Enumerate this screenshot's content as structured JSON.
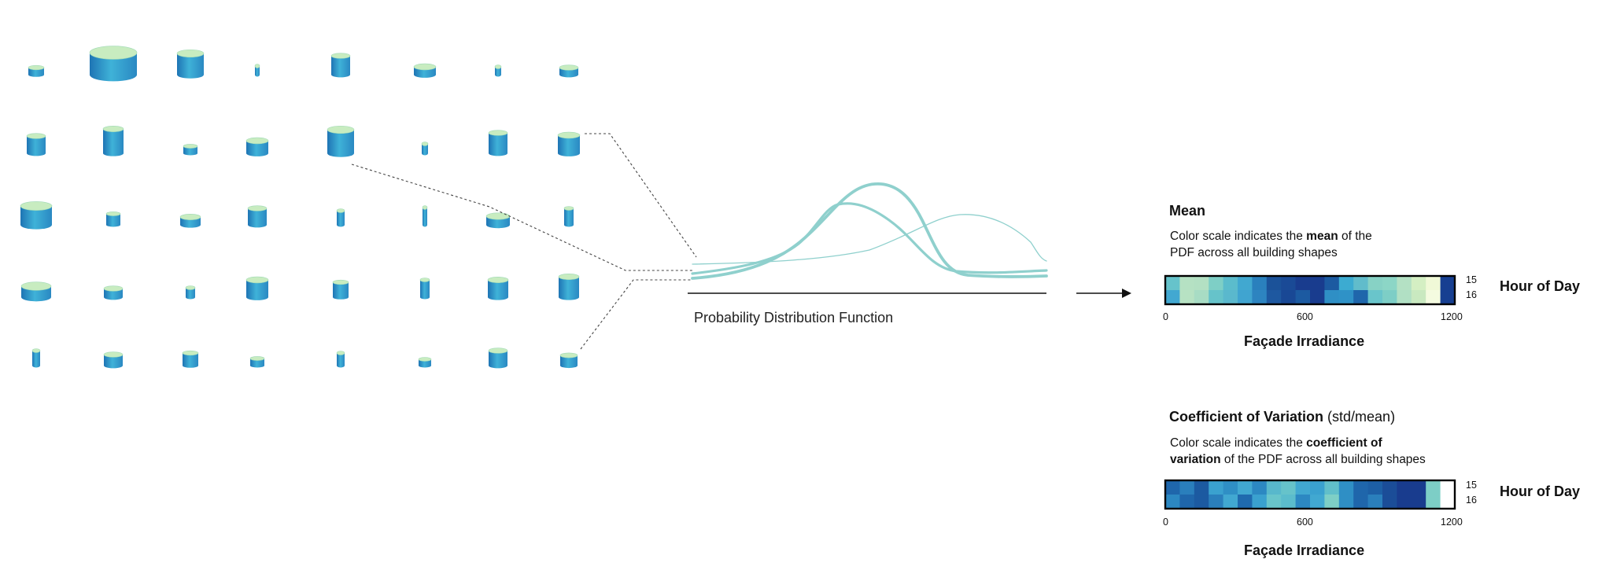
{
  "pdf_label": "Probability Distribution Function",
  "mean": {
    "title": "Mean",
    "desc_prefix": "Color scale indicates the ",
    "desc_bold": "mean",
    "desc_line1_tail": " of the",
    "desc_line2": "PDF across all building shapes",
    "x_ticks": [
      "0",
      "600",
      "1200"
    ],
    "y_ticks": [
      "15",
      "16"
    ],
    "xlabel": "Façade Irradiance",
    "ylabel": "Hour of Day",
    "rows": [
      [
        "#66c3cb",
        "#b5e1c3",
        "#b3e0c3",
        "#7ecfc6",
        "#5bbccc",
        "#41a8d0",
        "#2a80bd",
        "#1b5299",
        "#1a4a96",
        "#193c8e",
        "#193c8e",
        "#1c5aa1",
        "#3cabd1",
        "#61bccb",
        "#87d2c5",
        "#8cd6c6",
        "#b4e1c4",
        "#d4efc3",
        "#f0f9d7",
        "#173f91"
      ],
      [
        "#42a8d1",
        "#b7e2c3",
        "#a8dcc4",
        "#66c3ca",
        "#5ab8cd",
        "#40a4d0",
        "#2d84c0",
        "#1e58a0",
        "#194895",
        "#1c5aa1",
        "#193c8e",
        "#2f8fc5",
        "#2f92c7",
        "#1f66ab",
        "#69c5cb",
        "#7dcec6",
        "#b1e0c4",
        "#c9e9c0",
        "#f4fbe0",
        "#173f91"
      ]
    ]
  },
  "cv": {
    "title": "Coefficient of Variation",
    "title_suffix": " (std/mean)",
    "desc_prefix": "Color scale indicates the ",
    "desc_bold1": "coefficient of",
    "desc_bold2": "variation",
    "desc_line2_tail": " of the PDF across all building shapes",
    "x_ticks": [
      "0",
      "600",
      "1200"
    ],
    "y_ticks": [
      "15",
      "16"
    ],
    "xlabel": "Façade Irradiance",
    "ylabel": "Hour of Day",
    "rows": [
      [
        "#1f66ab",
        "#2a7fbc",
        "#1c5aa1",
        "#3aa1cf",
        "#2f8fc5",
        "#41a8d1",
        "#2c88c2",
        "#58b8cc",
        "#66c3ca",
        "#41a8d1",
        "#3aa1cf",
        "#61bfca",
        "#2f8fc5",
        "#1f66ab",
        "#1d5fa5",
        "#1b4d98",
        "#193c8e",
        "#193c8e",
        "#7dcec6",
        "#ffffff"
      ],
      [
        "#2c88c2",
        "#1f66ab",
        "#1c5aa1",
        "#2a7fbc",
        "#41a8d1",
        "#1f6aae",
        "#3aa1cf",
        "#69c5cb",
        "#5bbccc",
        "#2c88c2",
        "#41a8d1",
        "#7ecfc6",
        "#2f8fc5",
        "#1f66ab",
        "#2a7fbc",
        "#1b4d98",
        "#193c8e",
        "#193c8e",
        "#7dcec6",
        "#ffffff"
      ]
    ]
  }
}
